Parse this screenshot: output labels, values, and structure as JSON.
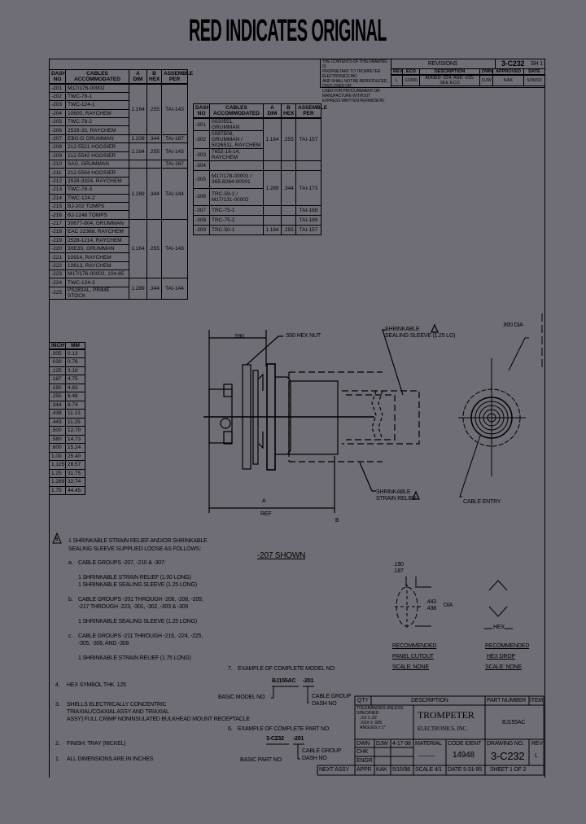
{
  "header": {
    "title": "RED INDICATES ORIGINAL"
  },
  "revisions": {
    "notice": [
      "THE CONTENTS OF THIS DRAWING IS",
      "PROPRIETARY TO TROMPETER ELECTRONICS INC.",
      "AND SHALL NOT BE REPRODUCED, DISCLOSED OR",
      "USED FOR PROCUREMENT OR MANUFACTURE WITHOUT",
      "EXPRESS WRITTEN PERMISSION."
    ],
    "title": "REVISIONS",
    "drawing_no": "3-C232",
    "sheet": "SH 1",
    "columns": [
      "REV",
      "ECO",
      "DESCRIPTION",
      "DWN",
      "APPROVED",
      "DATE"
    ],
    "rows": [
      [
        "L",
        "12390",
        "ADDED -224, AND -225; SEE ECO",
        "DJW",
        "KAK",
        "5/30/02"
      ]
    ]
  },
  "table1": {
    "columns": [
      "DASH NO",
      "CABLES ACCOMMODATED",
      "A DIM",
      "B HEX",
      "ASSEMBLE PER"
    ],
    "rows": [
      [
        "-201",
        "M17/176-00002"
      ],
      [
        "-202",
        "TWC-78-1"
      ],
      [
        "-203",
        "TWC-124-1"
      ],
      [
        "-204",
        "10600, RAYCHEM"
      ],
      [
        "-205",
        "TWC-78-2"
      ],
      [
        "-206",
        "2528-33, RAYCHEM"
      ],
      [
        "-207",
        "EBG-D GRUMMAN"
      ],
      [
        "-208",
        "212-5521 HOOSIER"
      ],
      [
        "-209",
        "212-5542 HOOSIER"
      ],
      [
        "-210",
        "SAS, GRUMMAN"
      ],
      [
        "-211",
        "212-5594 HOOSIER"
      ],
      [
        "-212",
        "2528-3324, RAYCHEM"
      ],
      [
        "-213",
        "TWC-78-3"
      ],
      [
        "-214",
        "TWC-124-2"
      ],
      [
        "-215",
        "BJ-202 TOMPS"
      ],
      [
        "-216",
        "BJ-1248 TOMPS"
      ],
      [
        "-217",
        "30677-804, GRUMMAN"
      ],
      [
        "-218",
        "EAC 22388, RAYCHEM"
      ],
      [
        "-219",
        "2528-1214, RAYCHEM"
      ],
      [
        "-220",
        "30E3S, GRUMMAN"
      ],
      [
        "-221",
        "10914, RAYCHEM"
      ],
      [
        "-222",
        "10613, RAYCHEM"
      ],
      [
        "-223",
        "M17/176-00002, 104-85"
      ],
      [
        "-224",
        "TWC-124-3"
      ],
      [
        "-225",
        "PS283AL, PRIME STOCK"
      ]
    ],
    "groups": [
      {
        "span": 6,
        "a": "1.164",
        "b": ".255",
        "assy": "TAI-143"
      },
      {
        "span": 1,
        "a": "1.209",
        "b": ".344",
        "assy": "TAI-167"
      },
      {
        "span": 2,
        "a": "1.164",
        "b": ".255",
        "assy": "TAI-143"
      },
      {
        "span": 1,
        "a": "",
        "b": "",
        "assy": "TAI-167"
      },
      {
        "span": 6,
        "a": "1.289",
        "b": ".344",
        "assy": "TAI-144"
      },
      {
        "span": 7,
        "a": "1.164",
        "b": ".255",
        "assy": "TAI-143"
      },
      {
        "span": 2,
        "a": "1.289",
        "b": ".344",
        "assy": "TAI-144"
      }
    ]
  },
  "table2": {
    "columns": [
      "DASH NO",
      "CABLES ACCOMMODATED",
      "A DIM",
      "B HEX",
      "ASSEMBLE PER"
    ],
    "rows": [
      [
        "-301",
        "0020551, GRUMMAN"
      ],
      [
        "-302",
        "0087508, GRUMMAN / 5026511, RAYCHEM"
      ],
      [
        "-303",
        "7652-16-14, RAYCHEM"
      ],
      [
        "-304",
        ""
      ],
      [
        "-305",
        "M17/178-00001 / 365-8264-00001"
      ],
      [
        "-306",
        "TRC-59-2 / M17/131-00002"
      ],
      [
        "-307",
        "TRC-75-1"
      ],
      [
        "-308",
        "TRC-75-2"
      ],
      [
        "-309",
        "TRC-50-1"
      ]
    ],
    "groups": [
      {
        "span": 3,
        "a": "1.164",
        "b": ".255",
        "assy": "TAI-157"
      },
      {
        "span": 1,
        "a": "",
        "b": "",
        "assy": ""
      },
      {
        "span": 2,
        "a": "1.289",
        "b": ".344",
        "assy": "TAI-173"
      },
      {
        "span": 1,
        "a": "",
        "b": "",
        "assy": "TAI-188"
      },
      {
        "span": 1,
        "a": "",
        "b": "",
        "assy": "TAI-189"
      },
      {
        "span": 1,
        "a": "1.164",
        "b": ".255",
        "assy": "TAI-157"
      }
    ]
  },
  "conversion": {
    "columns": [
      "INCH",
      "MM"
    ],
    "rows": [
      [
        ".005",
        "0.13"
      ],
      [
        ".030",
        "0.76"
      ],
      [
        ".125",
        "3.18"
      ],
      [
        ".187",
        "4.75"
      ],
      [
        ".190",
        "4.83"
      ],
      [
        ".255",
        "6.48"
      ],
      [
        ".344",
        "8.74"
      ],
      [
        ".438",
        "11.13"
      ],
      [
        ".443",
        "11.25"
      ],
      [
        ".500",
        "12.70"
      ],
      [
        ".580",
        "14.73"
      ],
      [
        ".600",
        "15.24"
      ],
      [
        "1.00",
        "25.40"
      ],
      [
        "1.125",
        "28.57"
      ],
      [
        "1.25",
        "31.75"
      ],
      [
        "1.289",
        "32.74"
      ],
      [
        "1.75",
        "44.45"
      ]
    ]
  },
  "drawing": {
    "dim_590": ".590",
    "hex_nut": ".500 HEX NUT",
    "sealing_sleeve": [
      "SHRINKABLE",
      "SEALING SLEEVE (1.25 LG)"
    ],
    "strain_relief": [
      "SHRINKABLE",
      "STRAIN RELIEF"
    ],
    "dim_a": "A",
    "dim_a_ref": "REF",
    "dim_b": "B",
    "dia_800": ".800 DIA",
    "cable_entry": "CABLE ENTRY",
    "note_flag": "5",
    "view_label": "-207 SHOWN"
  },
  "notes": {
    "n5": {
      "flag": "5",
      "lines": [
        "1 SHRINKABLE STRAIN RELIEF AND/OR SHRINKABLE",
        "SEALING SLEEVE SUPPLIED LOOSE AS FOLLOWS:"
      ]
    },
    "a": {
      "label": "a.",
      "head": [
        "CABLE GROUPS -207, -210 & -307:"
      ],
      "items": [
        "1 SHRINKABLE STRAIN RELIEF (1.00 LONG)",
        "1 SHRINKABLE SEALING SLEEVE (1.25 LONG)"
      ]
    },
    "b": {
      "label": "b.",
      "head": [
        "CABLE GROUPS -201 THROUGH -206, -208, -209,",
        "-217 THROUGH -223, -301, -302, -303 & -309"
      ],
      "items": [
        "1 SHRINKABLE SEALING SLEEVE (1.25 LONG)"
      ]
    },
    "c": {
      "label": "c.",
      "head": [
        "CABLE GROUPS -211 THROUGH -216, -224, -225,",
        "-305, -306, AND -308"
      ],
      "items": [
        "1 SHRINKABLE STRAIN RELIEF (1.75 LONG)"
      ]
    },
    "n4": {
      "num": "4.",
      "text": "HEX SYMBOL THK .125"
    },
    "n3": {
      "num": "3.",
      "lines": [
        "SHELLS ELECTRICALLY CONCENTRIC",
        "TRIAXIAL/COAXIAL ASSY AND TRIAXIAL",
        "ASSY) FULL CRIMP NONINSULATED BULKHEAD MOUNT RECEPTACLE"
      ]
    },
    "n2": {
      "num": "2.",
      "text": "FINISH: TRAY (NICKEL)"
    },
    "n1": {
      "num": "1.",
      "text": "ALL DIMENSIONS ARE IN INCHES"
    },
    "n7": {
      "num": "7.",
      "text": "EXAMPLE OF COMPLETE MODEL NO:",
      "model": "BJ155AC",
      "dash": "-201",
      "basic": "BASIC MODEL NO",
      "group": [
        "CABLE GROUP",
        "DASH NO"
      ]
    },
    "n6": {
      "num": "6.",
      "text": "EXAMPLE OF COMPLETE PART NO.",
      "part": "3-C232",
      "dash": "-201",
      "basic": "BASIC PART NO",
      "group": [
        "CABLE GROUP",
        "DASH NO"
      ]
    }
  },
  "panel_cutout": {
    "dim1": ".190",
    "dim2": ".187",
    "dia1": ".443",
    "dia2": ".438",
    "dia_label": "DIA",
    "caption": [
      "RECOMMENDED",
      "PANEL CUTOUT",
      "SCALE: NONE"
    ]
  },
  "hex_drop": {
    "hex_label": "HEX",
    "caption": [
      "RECOMMENDED",
      "HEX DROP",
      "SCALE: NONE"
    ]
  },
  "titleblock": {
    "qty": "QTY",
    "description": "DESCRIPTION",
    "part_number": "PART NUMBER",
    "item": "ITEM",
    "tolerances": [
      "TOLERANCES UNLESS SPECIFIED",
      ".XX ± .02",
      ".XXX ± .005",
      "ANGLES ± 1°"
    ],
    "company": [
      "TROMPETER",
      "ELECTRONICS, INC."
    ],
    "part": "BJ155AC",
    "dwn": "DWN",
    "chk": "CHK",
    "engr": "ENGR",
    "appr": "APPR",
    "dwn_by": "DJW",
    "dwn_date": "4-17-98",
    "appr_by": "KAK",
    "appr_date": "5/15/98",
    "material_label": "MATERIAL",
    "material": "———",
    "code_ident_label": "CODE IDENT",
    "code_ident": "14948",
    "drawing_no_label": "DRAWING NO.",
    "drawing_no": "3-C232",
    "rev_label": "REV",
    "rev": "L",
    "scale": "SCALE 4/1",
    "date": "DATE 5-31-95",
    "sheet": "SHEET 1 OF 2",
    "next_assy": "NEXT ASSY"
  }
}
